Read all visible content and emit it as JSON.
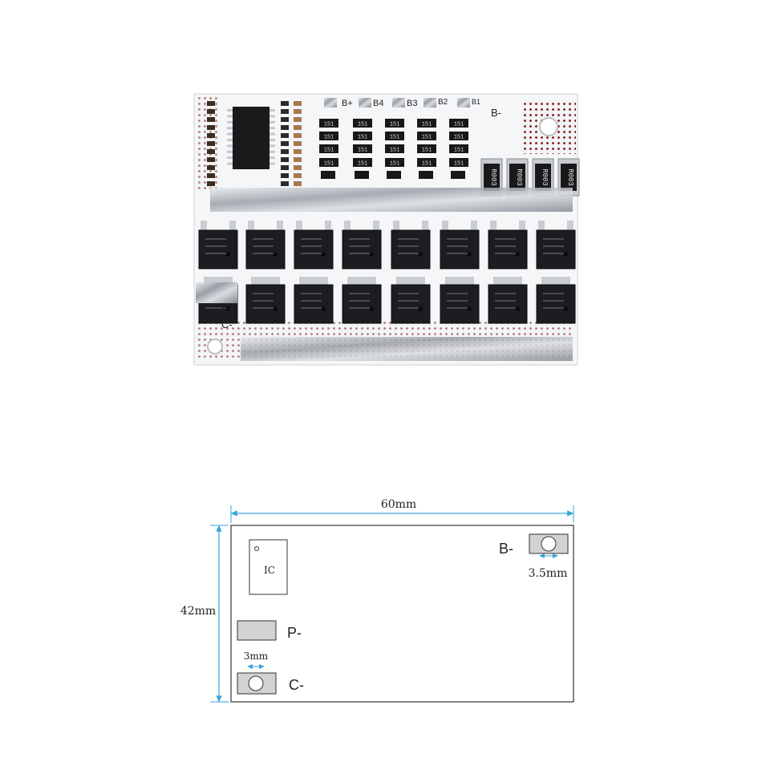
{
  "photo": {
    "board_labels": {
      "b_plus": "B+",
      "b4": "B4",
      "b3": "B3",
      "b2": "B2",
      "b1": "B1",
      "b_minus": "B-",
      "p_minus": "P-",
      "c_minus": "C-"
    },
    "resistor_marking": "R003",
    "small_resistor_marking": "151",
    "colors": {
      "board": "#f4f6f7",
      "chip": "#1c1d20",
      "pad": "#b9bcc2",
      "silkscreen": "#222222"
    }
  },
  "diagram": {
    "width_label": "60mm",
    "height_label": "42mm",
    "ic_label": "IC",
    "b_minus_label": "B-",
    "hole_label": "3.5mm",
    "p_minus_label": "P-",
    "c_minus_label": "C-",
    "pad_label": "3mm",
    "colors": {
      "dimension": "#3aa6d8",
      "outline": "#333333",
      "pad_fill": "#d2d2d2"
    }
  }
}
